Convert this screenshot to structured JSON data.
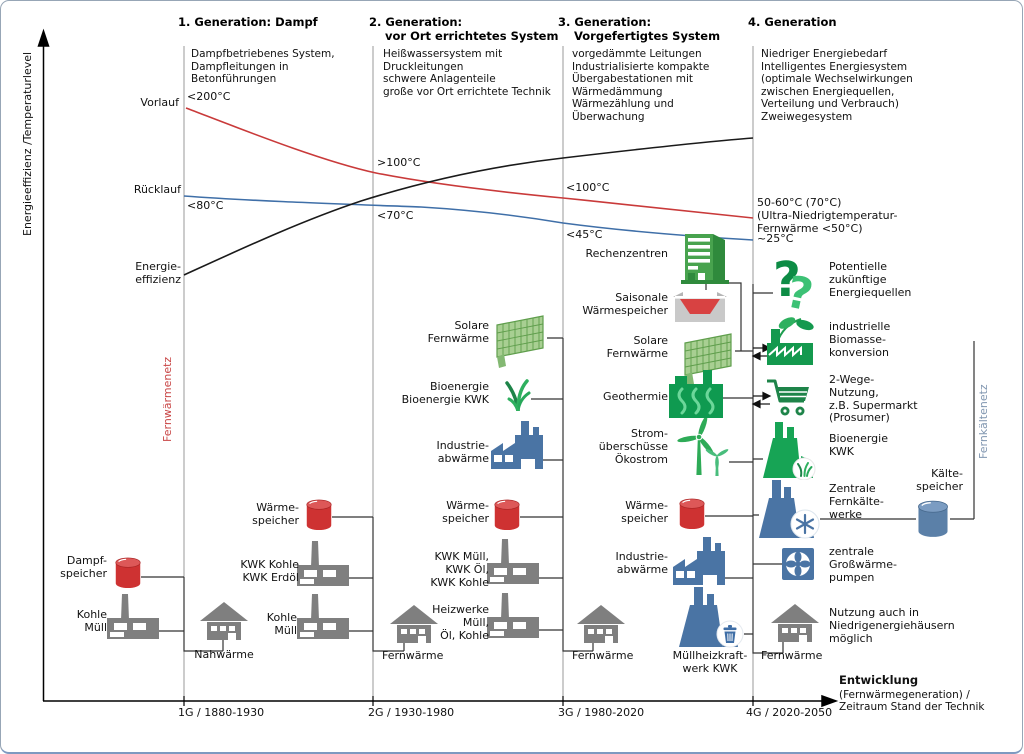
{
  "window": {
    "background": "#ffffff",
    "border_color": "#97a6b6"
  },
  "colors": {
    "vorlauf_red": "#c93a3a",
    "ruecklauf_blue": "#3f6fa8",
    "efficiency_black": "#1a1a1a",
    "heat_network_red": "#c94747",
    "cold_network_blue": "#8096b0",
    "gray_icon": "#7f7f7f",
    "blue_icon": "#4a74a4",
    "green_icon": "#17a455",
    "storage_red": "#ce3232"
  },
  "y_axis": {
    "label": "Energieeffizienz /Temperaturlevel"
  },
  "timeline": {
    "title": "Entwicklung",
    "subtitle": "(Fernwärmegeneration) /\nZeitraum Stand der Technik",
    "ticks": [
      "1G / 1880-1930",
      "2G / 1930-1980",
      "3G / 1980-2020",
      "4G / 2020-2050"
    ]
  },
  "generations": [
    {
      "title": "1. Generation: Dampf",
      "description": "Dampfbetriebenes System,\nDampfleitungen in\nBetonführungen"
    },
    {
      "title": "2. Generation:\n    vor Ort errichtetes System",
      "description": "Heißwassersystem mit\nDruckleitungen\nschwere Anlagenteile\ngroße vor Ort errichtete Technik"
    },
    {
      "title": "3. Generation:\n    Vorgefertigtes System",
      "description": "vorgedämmte Leitungen\nIndustrialisierte kompakte\nÜbergabestationen mit\nWärmedämmung\nWärmezählung und\nÜberwachung"
    },
    {
      "title": "4. Generation",
      "description": "Niedriger Energiebedarf\nIntelligentes Energiesystem\n(optimale Wechselwirkungen\nzwischen Energiequellen,\nVerteilung und Verbrauch)\nZweiwegesystem"
    }
  ],
  "curves": {
    "vorlauf": {
      "label": "Vorlauf",
      "t1": "<200°C",
      "t2": ">100°C",
      "t3": "<100°C",
      "t4": "50-60°C (70°C)\n(Ultra-Niedrigtemperatur-\nFernwärme <50°C)"
    },
    "ruecklauf": {
      "label": "Rücklauf",
      "t1": "<80°C",
      "t2": "<70°C",
      "t3": "<45°C",
      "t4": "~25°C"
    },
    "efficiency": {
      "label": "Energie-\neffizienz"
    }
  },
  "networks": {
    "heat": "Fernwärmenetz",
    "cold": "Fernkältenetz"
  },
  "sources_1g": {
    "dampfspeicher": "Dampf-\nspeicher",
    "kohle_muell": "Kohle\nMüll",
    "nahwaerme": "Nahwärme"
  },
  "sources_2g": {
    "waermespeicher": "Wärme-\nspeicher",
    "kwk_kohle_erdoel": "KWK Kohle\nKWK Erdöl",
    "kohle_muell": "Kohle\nMüll",
    "fernwaerme": "Fernwärme"
  },
  "sources_3g": {
    "solare_fernwaerme": "Solare\nFernwärme",
    "bioenergie": "Bioenergie\nBioenergie KWK",
    "industrieabwaerme": "Industrie-\nabwärme",
    "waermespeicher": "Wärme-\nspeicher",
    "kwk_muell_oel_kohle": "KWK Müll,\nKWK Öl,\nKWK Kohle",
    "heizwerke": "Heizwerke\nMüll,\nÖl, Kohle",
    "fernwaerme": "Fernwärme"
  },
  "sources_4g": {
    "rechenzentren": "Rechenzentren",
    "saisonale_waermespeicher": "Saisonale\nWärmespeicher",
    "solare_fernwaerme": "Solare\nFernwärme",
    "geothermie": "Geothermie",
    "stromueberschuesse": "Strom-\nüberschüsse\nÖkostrom",
    "waermespeicher": "Wärme-\nspeicher",
    "industrieabwaerme": "Industrie-\nabwärme",
    "muellheizkraftwerk": "Müllheizkraft-\nwerk KWK",
    "fernwaerme": "Fernwärme"
  },
  "future": {
    "potentielle": "Potentielle\nzukünftige\nEnergiequellen",
    "biomasse": "industrielle\nBiomasse-\nkonversion",
    "zweiwege": "2-Wege-\nNutzung,\nz.B. Supermarkt\n(Prosumer)",
    "bioenergie_kwk": "Bioenergie\nKWK",
    "fernkaeltewerke": "Zentrale\nFernkälte-\nwerke",
    "kaeltespeicher": "Kälte-\nspeicher",
    "grosswaermepumpen": "zentrale\nGroßwärme-\npumpen",
    "nutzung": "Nutzung auch in\nNiedrigenergiehäusern\nmöglich"
  }
}
